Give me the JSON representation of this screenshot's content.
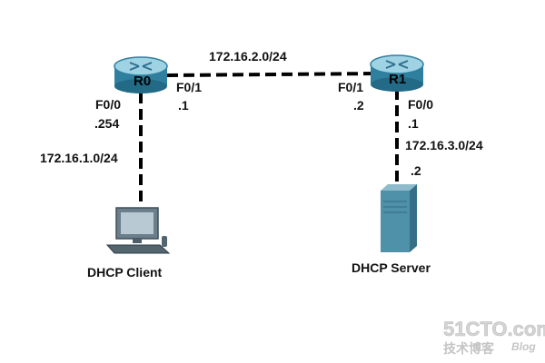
{
  "colors": {
    "router_top": "#9fd3e3",
    "router_body": "#2f7f9f",
    "link": "#000000",
    "server_body": "#4f91a9",
    "pc_body": "#5a6f7a",
    "watermark": "#c8c8c8"
  },
  "network": {
    "wan": "172.16.2.0/24",
    "lan_client": "172.16.1.0/24",
    "lan_server": "172.16.3.0/24"
  },
  "devices": {
    "r0": {
      "name": "R0",
      "if_lan": "F0/0",
      "ip_lan": ".254",
      "if_wan": "F0/1",
      "ip_wan": ".1"
    },
    "r1": {
      "name": "R1",
      "if_wan": "F0/1",
      "ip_wan": ".2",
      "if_lan": "F0/0",
      "ip_lan": ".1"
    },
    "client": {
      "label": "DHCP Client"
    },
    "server": {
      "label": "DHCP Server",
      "ip": ".2"
    }
  },
  "watermark": {
    "site": "51CTO.com",
    "sub": "技术博客",
    "blog": "Blog"
  }
}
